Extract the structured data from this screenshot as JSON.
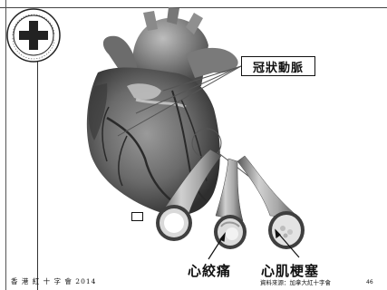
{
  "label_box": "冠狀動脈",
  "captions": {
    "angina": "心絞痛",
    "infarction": "心肌梗塞"
  },
  "footer": {
    "organization": "香 港 紅 十 字 會 2014",
    "source": "資料來源：加拿大紅十字會",
    "page_number": "46"
  },
  "icons": {
    "logo": "red-cross-logo",
    "heart": "heart-illustration",
    "arteries": "artery-cross-section-illustration"
  }
}
